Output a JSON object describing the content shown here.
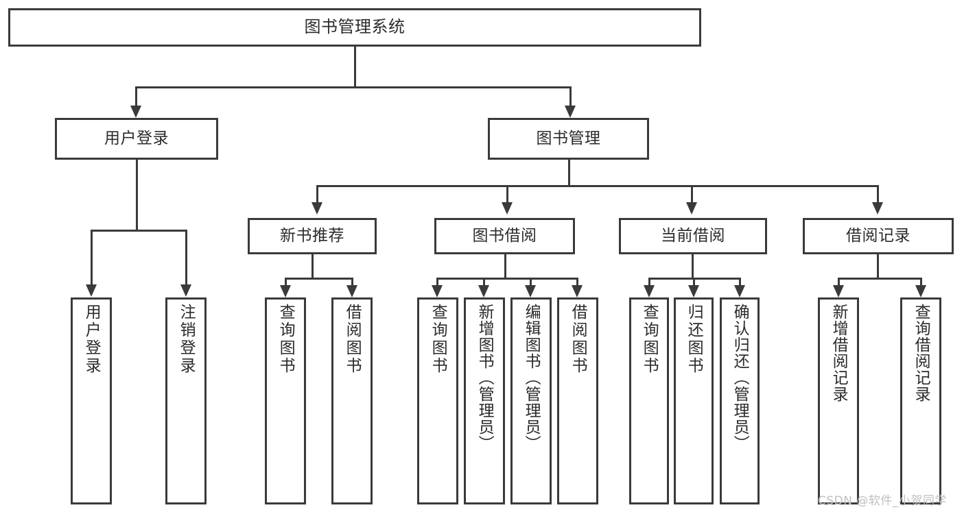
{
  "diagram": {
    "type": "tree",
    "title": "图书管理系统",
    "root": {
      "label": "图书管理系统"
    },
    "level2": [
      {
        "label": "用户登录"
      },
      {
        "label": "图书管理"
      }
    ],
    "level3": [
      {
        "label": "新书推荐"
      },
      {
        "label": "图书借阅"
      },
      {
        "label": "当前借阅"
      },
      {
        "label": "借阅记录"
      }
    ],
    "leaves": {
      "user_login": [
        {
          "label": "用户登录"
        },
        {
          "label": "注销登录"
        }
      ],
      "new_book_recommend": [
        {
          "label": "查询图书"
        },
        {
          "label": "借阅图书"
        }
      ],
      "book_borrow": [
        {
          "label": "查询图书"
        },
        {
          "label": "新增图书（管理员）"
        },
        {
          "label": "编辑图书（管理员）"
        },
        {
          "label": "借阅图书"
        }
      ],
      "current_borrow": [
        {
          "label": "查询图书"
        },
        {
          "label": "归还图书"
        },
        {
          "label": "确认归还（管理员）"
        }
      ],
      "borrow_record": [
        {
          "label": "新增借阅记录"
        },
        {
          "label": "查询借阅记录"
        }
      ]
    }
  },
  "watermark": {
    "text": "CSDN @软件_小贺同学"
  },
  "colors": {
    "stroke": "#3a3a3a",
    "text": "#2b2b2b",
    "background": "#ffffff",
    "watermark": "#bfbfbf"
  }
}
